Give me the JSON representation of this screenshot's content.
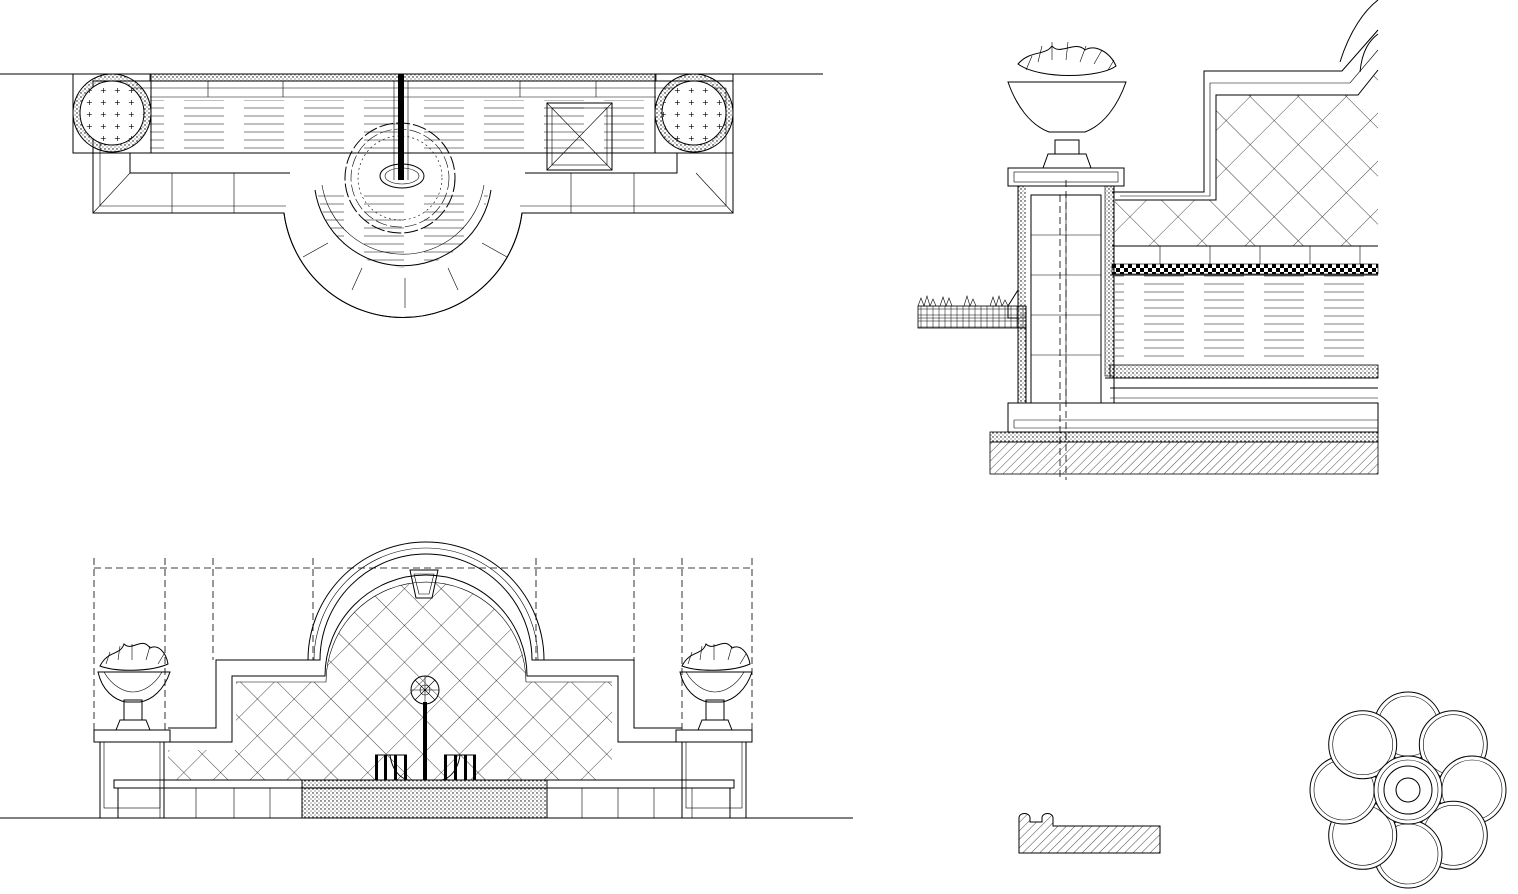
{
  "drawing": {
    "title": "",
    "views": [
      {
        "key": "plan",
        "label": ""
      },
      {
        "key": "section",
        "label": ""
      },
      {
        "key": "elevation",
        "label": ""
      },
      {
        "key": "coping-detail",
        "label": ""
      },
      {
        "key": "flower-detail",
        "label": ""
      }
    ],
    "watermark": "",
    "colors": {
      "line": "#000000",
      "background": "#ffffff",
      "watermark": "#cfcfcf"
    }
  }
}
